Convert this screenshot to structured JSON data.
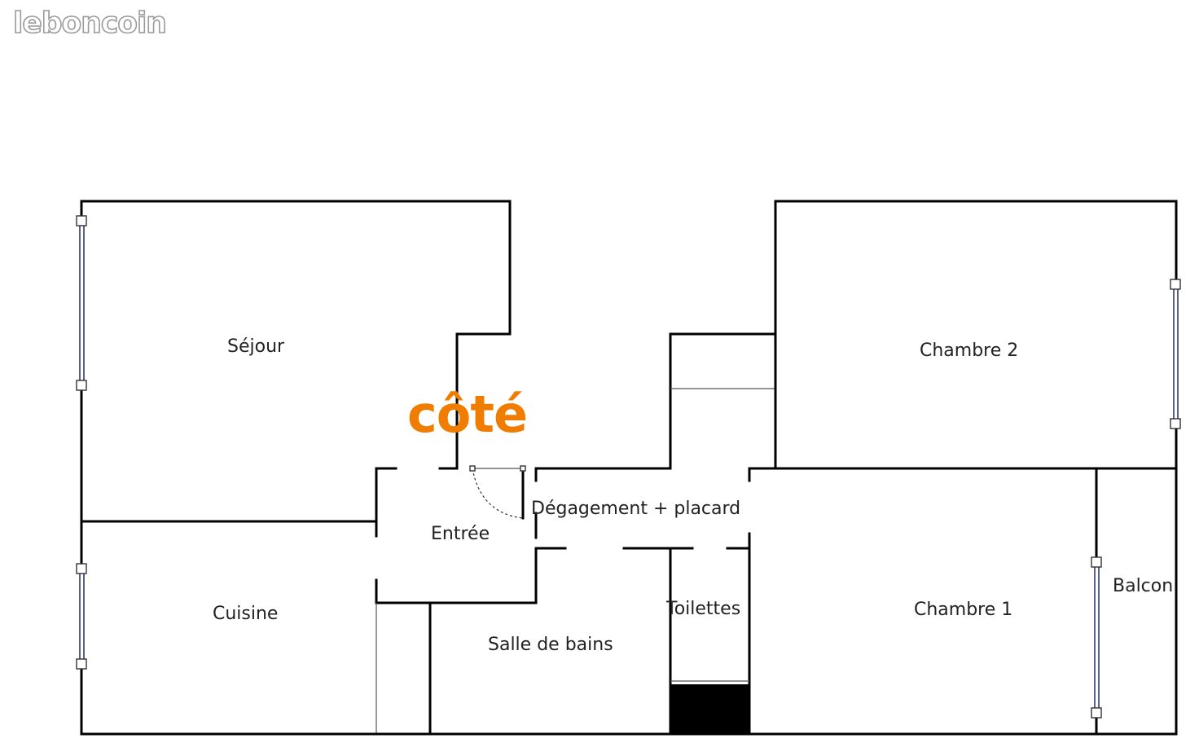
{
  "watermark": {
    "text": "leboncoin"
  },
  "brand": {
    "text": "côté",
    "color": "#f07d00"
  },
  "rooms": {
    "sejour": "Séjour",
    "chambre2": "Chambre 2",
    "entree": "Entrée",
    "degagement": "Dégagement + placard",
    "cuisine": "Cuisine",
    "toilettes": "Toilettes",
    "chambre1": "Chambre 1",
    "balcon": "Balcon",
    "salle_de_bains": "Salle de bains"
  },
  "colors": {
    "walls": "#000000",
    "windows": "#333a6a",
    "background": "#ffffff"
  }
}
